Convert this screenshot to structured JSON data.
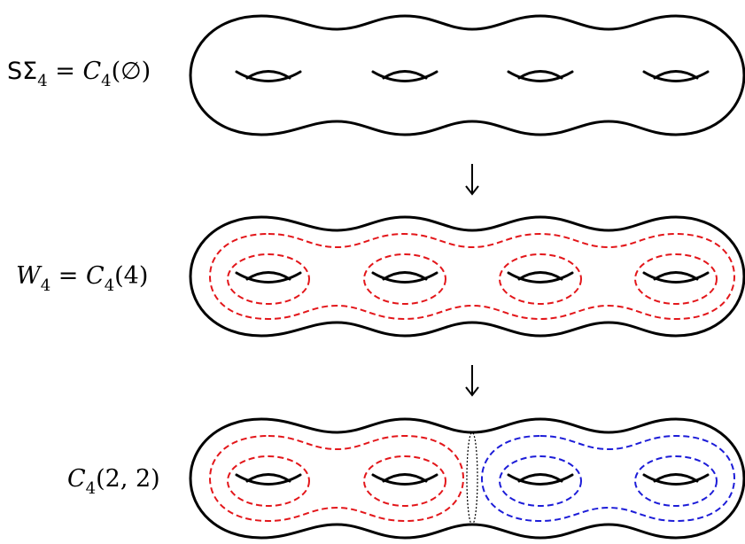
{
  "rows": [
    {
      "id": "sigma",
      "label_left": "SΣ",
      "label_left_sub": "4",
      "label_eq": " = ",
      "label_right": "C",
      "label_right_sub": "4",
      "label_arg": "(∅)",
      "curves": "none"
    },
    {
      "id": "w4",
      "label_left": "W",
      "label_left_sub": "4",
      "label_eq": " = ",
      "label_right": "C",
      "label_right_sub": "4",
      "label_arg": "(4)",
      "curves": "red-all"
    },
    {
      "id": "c22",
      "label_left": "",
      "label_left_sub": "",
      "label_eq": "",
      "label_right": "C",
      "label_right_sub": "4",
      "label_arg": "(2, 2)",
      "curves": "red-blue-split"
    }
  ],
  "arrows": [
    "↓",
    "↓"
  ],
  "colors": {
    "outline": "#000000",
    "red": "#e3161a",
    "blue": "#1c1cd8"
  },
  "genus": 4
}
